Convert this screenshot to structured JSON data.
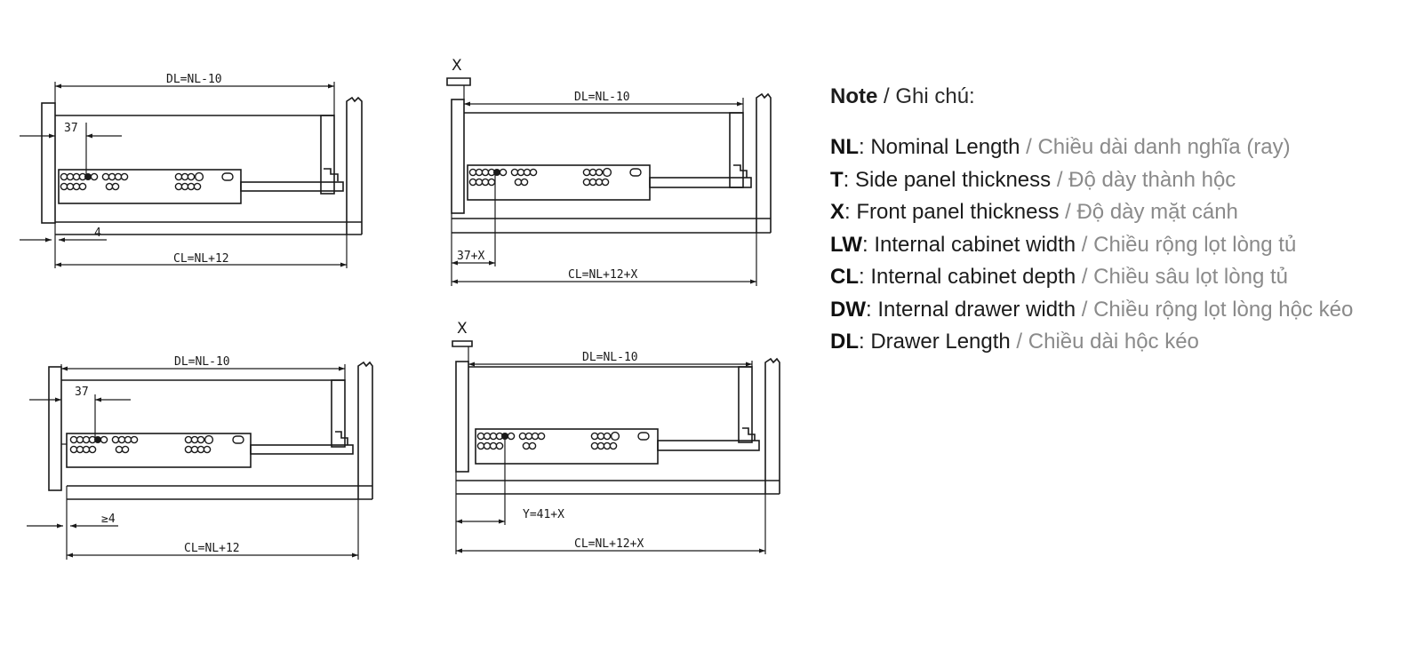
{
  "diagrams": [
    {
      "label_top": "DL=NL-10",
      "label_offset": "37",
      "label_gap": "4",
      "label_bottom": "CL=NL+12"
    },
    {
      "label_front": "X",
      "label_top": "DL=NL-10",
      "label_offset": "37+X",
      "label_bottom": "CL=NL+12+X"
    },
    {
      "label_top": "DL=NL-10",
      "label_offset": "37",
      "label_gap": "≥4",
      "label_bottom": "CL=NL+12"
    },
    {
      "label_front": "X",
      "label_top": "DL=NL-10",
      "label_offset": "Y=41+X",
      "label_bottom": "CL=NL+12+X"
    }
  ],
  "notes": {
    "title": "Note",
    "title_sub": " / Ghi chú:",
    "items": [
      {
        "key": "NL",
        "en": ": Nominal Length",
        "vi": " / Chiều dài danh nghĩa (ray)"
      },
      {
        "key": "T",
        "en": ": Side panel thickness",
        "vi": " / Độ dày thành hộc"
      },
      {
        "key": "X",
        "en": ": Front panel thickness",
        "vi": " / Độ dày mặt cánh"
      },
      {
        "key": "LW",
        "en": ": Internal cabinet width",
        "vi": " / Chiều rộng lọt lòng tủ"
      },
      {
        "key": "CL",
        "en": ": Internal cabinet depth",
        "vi": " / Chiều sâu lọt lòng tủ"
      },
      {
        "key": "DW",
        "en": ": Internal drawer width",
        "vi": " / Chiều rộng lọt lòng hộc kéo"
      },
      {
        "key": "DL",
        "en": ": Drawer Length",
        "vi": " / Chiều dài hộc kéo"
      }
    ]
  }
}
